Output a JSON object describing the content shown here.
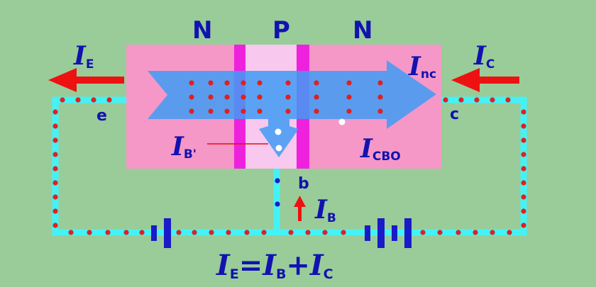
{
  "diagram": {
    "regions": {
      "emitter_region": "N",
      "base_region": "P",
      "collector_region": "N"
    },
    "terminals": {
      "emitter": "e",
      "collector": "c",
      "base": "b"
    },
    "currents": {
      "IE": {
        "symbol": "I",
        "sub": "E"
      },
      "IC": {
        "symbol": "I",
        "sub": "C"
      },
      "Inc": {
        "symbol": "I",
        "sub": "nc"
      },
      "IB_prime": {
        "symbol": "I",
        "sub": "B'"
      },
      "ICBO": {
        "symbol": "I",
        "sub": "CBO"
      },
      "IB": {
        "symbol": "I",
        "sub": "B"
      }
    },
    "equation": {
      "lhs_symbol": "I",
      "lhs_sub": "E",
      "eq": "=",
      "t1_symbol": "I",
      "t1_sub": "B",
      "plus": "+",
      "t2_symbol": "I",
      "t2_sub": "C"
    },
    "colors": {
      "background": "#99cc99",
      "n_region": "#f598c8",
      "p_region": "#f8c8ee",
      "junction": "#ee22dd",
      "flow_arrow": "#3f9bf5",
      "wire": "#44f2f6",
      "carrier": "#e02020",
      "current_arrow": "#ee1111",
      "label": "#1212b0",
      "battery": "#1a1ac8"
    }
  }
}
